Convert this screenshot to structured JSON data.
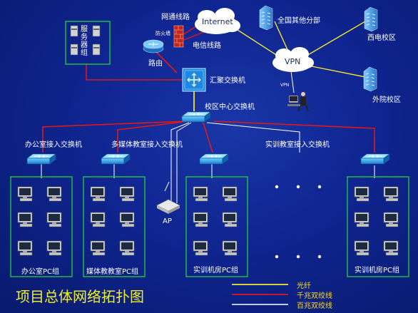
{
  "title": "项目总体网络拓扑图",
  "labels": {
    "server_group": "服务器组",
    "wangtong": "网通线路",
    "dianxin": "电信线路",
    "firewall": "防火墙",
    "router": "路由",
    "internet": "Internet",
    "vpn": "VPN",
    "vpn_small": "VPN",
    "branches": "全国其他分部",
    "west_campus": "西电校区",
    "outer_campus": "外院校区",
    "aggregation_switch": "汇聚交换机",
    "campus_core_switch": "校区中心交换机",
    "office_access": "办公室接入交换机",
    "media_access": "多媒体教室接入交换机",
    "training_access": "实训教室接入交换机",
    "ap": "AP",
    "office_pc": "办公室PC组",
    "media_pc": "媒体教教室PC组",
    "training_pc1": "实训机房PC组",
    "training_pc2": "实训机房PC组"
  },
  "legend": [
    {
      "label": "光纤",
      "color": "#f2e62a"
    },
    {
      "label": "千兆双绞线",
      "color": "#e01818"
    },
    {
      "label": "百兆双绞线",
      "color": "#ffffff"
    }
  ],
  "colors": {
    "fiber": "#f2e62a",
    "gigabit": "#e01818",
    "fast": "#ffffff",
    "group_border": "#22d13a",
    "title": "#f0ef2a"
  }
}
